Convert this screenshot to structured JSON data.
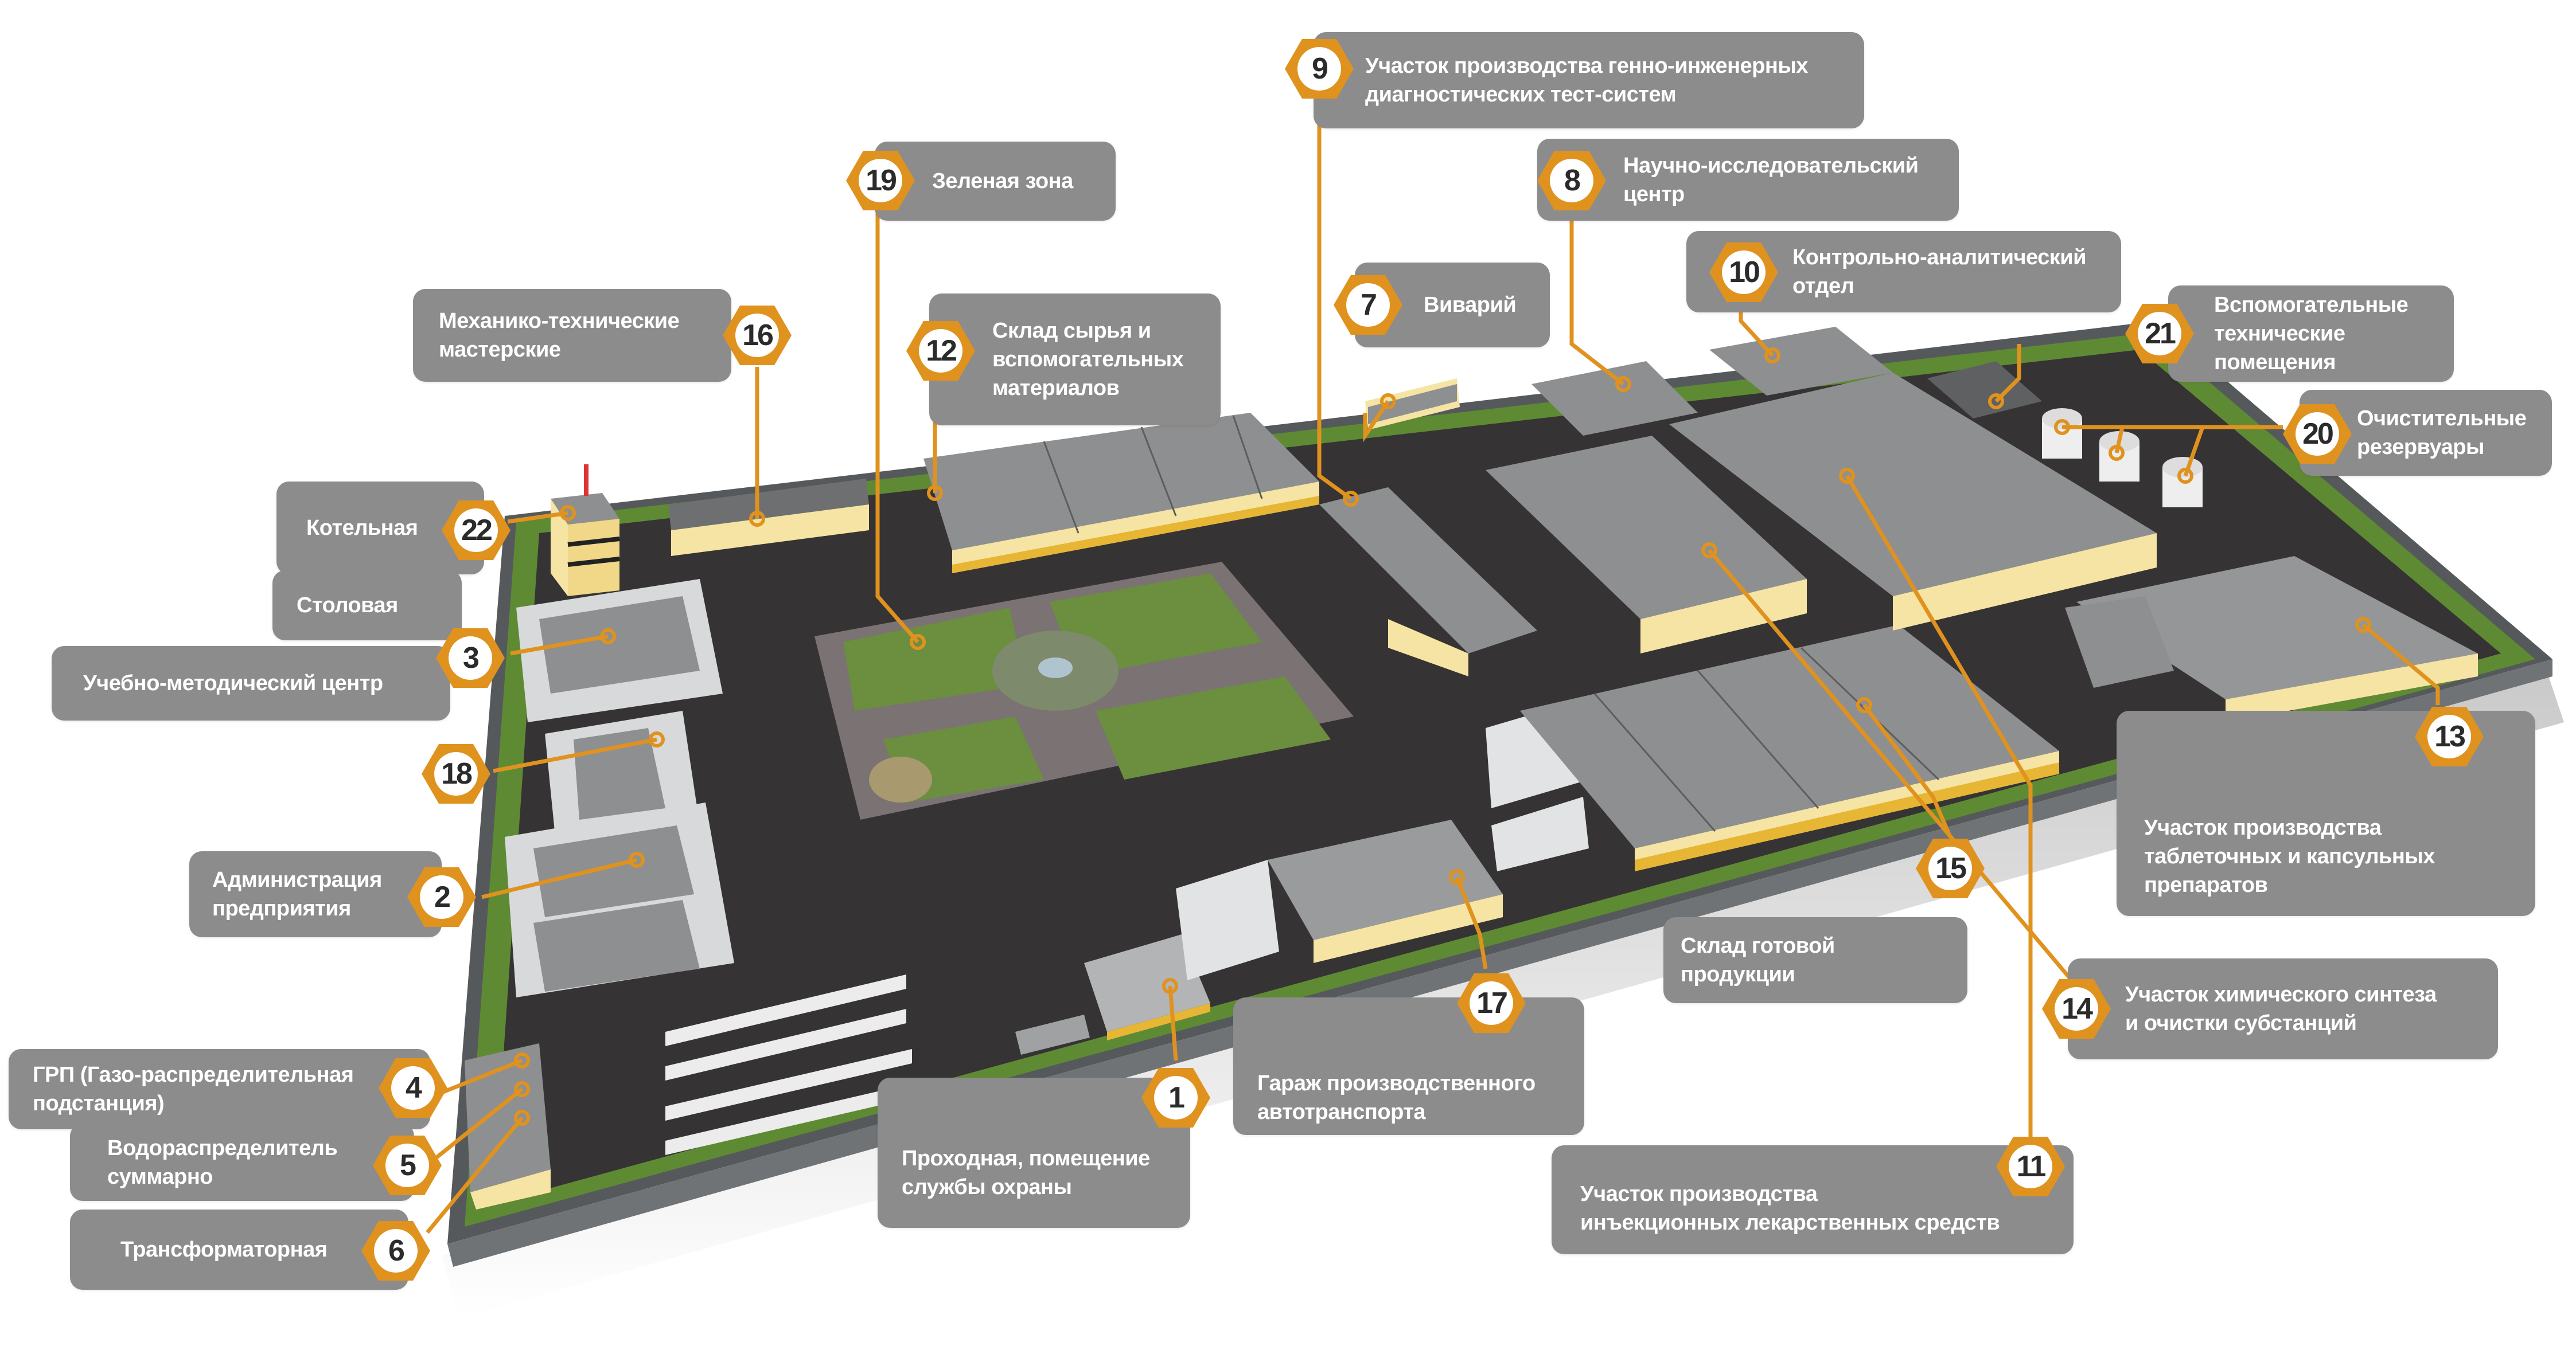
{
  "title": "Генеральный план предприятия",
  "colors": {
    "label_bg": "#8c8c8c",
    "label_text": "#ffffff",
    "accent": "#e0921f",
    "number_text": "#2b2b2b",
    "asphalt": "#363334",
    "grass": "#5f8a34",
    "wall_yellow": "#f5e4a3",
    "roof_gray": "#8e8f90",
    "curb": "#6b6e70"
  },
  "callouts": [
    {
      "num": "1",
      "text": "Проходная, помещение\nслужбы охраны"
    },
    {
      "num": "2",
      "text": "Администрация\nпредприятия"
    },
    {
      "num": "3",
      "text": "Столовая"
    },
    {
      "num": "4",
      "text": "ГРП (Газо-распределительная\nподстанция)"
    },
    {
      "num": "5",
      "text": "Водораспределитель\nсуммарно"
    },
    {
      "num": "6",
      "text": "Трансформаторная"
    },
    {
      "num": "7",
      "text": "Виварий"
    },
    {
      "num": "8",
      "text": "Научно-исследовательский\nцентр"
    },
    {
      "num": "9",
      "text": "Участок производства генно-инженерных\nдиагностических тест-систем"
    },
    {
      "num": "10",
      "text": "Контрольно-аналитический\nотдел"
    },
    {
      "num": "11",
      "text": "Участок производства\nинъекционных лекарственных средств"
    },
    {
      "num": "12",
      "text": "Склад сырья и\nвспомогательных\nматериалов"
    },
    {
      "num": "13",
      "text": "Участок производства\nтаблеточных и капсульных\nпрепаратов"
    },
    {
      "num": "14",
      "text": "Участок химического синтеза\nи очистки субстанций"
    },
    {
      "num": "15",
      "text": "Склад готовой\nпродукции"
    },
    {
      "num": "16",
      "text": "Механико-технические\nмастерские"
    },
    {
      "num": "17",
      "text": "Гараж производственного\nавтотранспорта"
    },
    {
      "num": "18",
      "text": "Учебно-методический центр"
    },
    {
      "num": "19",
      "text": "Зеленая зона"
    },
    {
      "num": "20",
      "text": "Очистительные\nрезервуары"
    },
    {
      "num": "21",
      "text": "Вспомогательные\nтехнические помещения"
    },
    {
      "num": "22",
      "text": "Котельная"
    }
  ]
}
